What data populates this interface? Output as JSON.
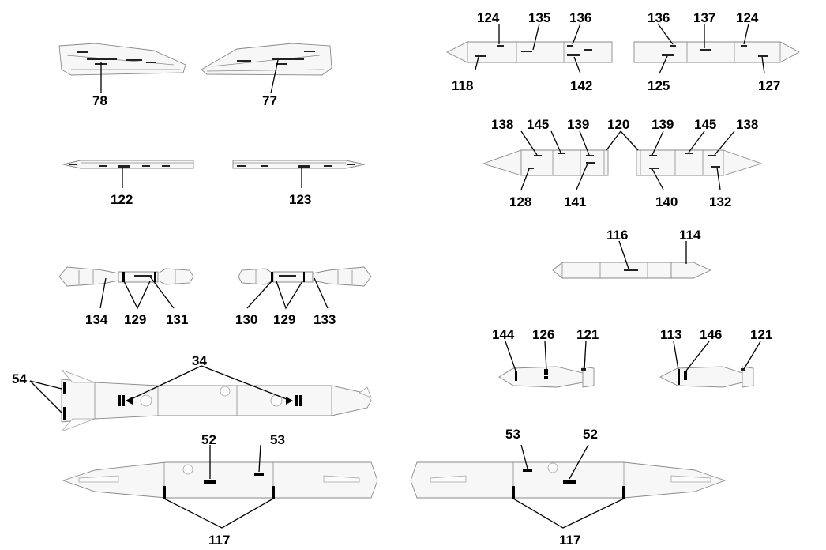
{
  "callouts": {
    "c78": "78",
    "c77": "77",
    "c122": "122",
    "c123": "123",
    "c134": "134",
    "c129a": "129",
    "c131": "131",
    "c130": "130",
    "c129b": "129",
    "c133": "133",
    "c34": "34",
    "c54": "54",
    "c52a": "52",
    "c53a": "53",
    "c117a": "117",
    "c53b": "53",
    "c52b": "52",
    "c117b": "117",
    "c124a": "124",
    "c135": "135",
    "c136a": "136",
    "c118": "118",
    "c142": "142",
    "c136b": "136",
    "c137": "137",
    "c124b": "124",
    "c125": "125",
    "c127": "127",
    "c138a": "138",
    "c145a": "145",
    "c139a": "139",
    "c120": "120",
    "c139b": "139",
    "c145b": "145",
    "c138b": "138",
    "c128": "128",
    "c141": "141",
    "c140": "140",
    "c132": "132",
    "c116": "116",
    "c114": "114",
    "c144": "144",
    "c126": "126",
    "c121a": "121",
    "c113": "113",
    "c146": "146",
    "c121b": "121"
  },
  "colors": {
    "outline": "#8a8a8a",
    "fill": "#f7f7f7",
    "callout": "#000000"
  }
}
